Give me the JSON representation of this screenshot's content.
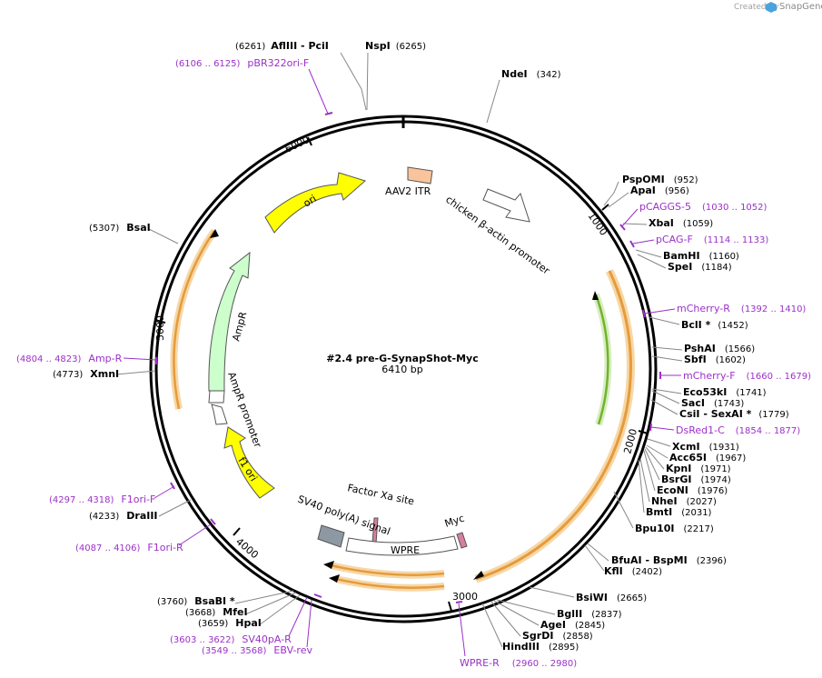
{
  "plasmid": {
    "name": "#2.4 pre-G-SynapShot-Myc",
    "length_label": "6410 bp",
    "length": 6410
  },
  "credit": {
    "prefix": "Created by",
    "brand": "SnapGene"
  },
  "ticks": [
    "1000",
    "2000",
    "3000",
    "4000",
    "5000",
    "6000"
  ],
  "sites": [
    {
      "name": "AflIII",
      "pos": "(6261)",
      "extra": " - PciI"
    },
    {
      "name": "NspI",
      "pos": "(6265)"
    },
    {
      "name": "NdeI",
      "pos": "(342)"
    },
    {
      "name": "PspOMI",
      "pos": "(952)"
    },
    {
      "name": "ApaI",
      "pos": "(956)"
    },
    {
      "name": "XbaI",
      "pos": "(1059)"
    },
    {
      "name": "BamHI",
      "pos": "(1160)"
    },
    {
      "name": "SpeI",
      "pos": "(1184)"
    },
    {
      "name": "BclI *",
      "pos": "(1452)"
    },
    {
      "name": "PshAI",
      "pos": "(1566)"
    },
    {
      "name": "SbfI",
      "pos": "(1602)"
    },
    {
      "name": "Eco53kI",
      "pos": "(1741)"
    },
    {
      "name": "SacI",
      "pos": "(1743)"
    },
    {
      "name": "CsiI",
      "pos": "(1779)",
      "extra": " - SexAI *"
    },
    {
      "name": "XcmI",
      "pos": "(1931)"
    },
    {
      "name": "Acc65I",
      "pos": "(1967)"
    },
    {
      "name": "KpnI",
      "pos": "(1971)"
    },
    {
      "name": "BsrGI",
      "pos": "(1974)"
    },
    {
      "name": "EcoNI",
      "pos": "(1976)"
    },
    {
      "name": "NheI",
      "pos": "(2027)"
    },
    {
      "name": "BmtI",
      "pos": "(2031)"
    },
    {
      "name": "Bpu10I",
      "pos": "(2217)"
    },
    {
      "name": "BfuAI",
      "pos": "(2396)",
      "extra": " - BspMI"
    },
    {
      "name": "KflI",
      "pos": "(2402)"
    },
    {
      "name": "BsiWI",
      "pos": "(2665)"
    },
    {
      "name": "BglII",
      "pos": "(2837)"
    },
    {
      "name": "AgeI",
      "pos": "(2845)"
    },
    {
      "name": "SgrDI",
      "pos": "(2858)"
    },
    {
      "name": "HindIII",
      "pos": "(2895)"
    },
    {
      "name": "BsaBI *",
      "pos": "(3760)"
    },
    {
      "name": "MfeI",
      "pos": "(3668)"
    },
    {
      "name": "HpaI",
      "pos": "(3659)"
    },
    {
      "name": "DraIII",
      "pos": "(4233)"
    },
    {
      "name": "XmnI",
      "pos": "(4773)"
    },
    {
      "name": "BsaI",
      "pos": "(5307)"
    }
  ],
  "primers": [
    {
      "name": "pBR322ori-F",
      "range": "(6106 .. 6125)"
    },
    {
      "name": "pCAGGS-5",
      "range": "(1030 .. 1052)"
    },
    {
      "name": "pCAG-F",
      "range": "(1114 .. 1133)"
    },
    {
      "name": "mCherry-R",
      "range": "(1392 .. 1410)"
    },
    {
      "name": "mCherry-F",
      "range": "(1660 .. 1679)"
    },
    {
      "name": "DsRed1-C",
      "range": "(1854 .. 1877)"
    },
    {
      "name": "WPRE-R",
      "range": "(2960 .. 2980)"
    },
    {
      "name": "SV40pA-R",
      "range": "(3603 .. 3622)"
    },
    {
      "name": "EBV-rev",
      "range": "(3549 .. 3568)"
    },
    {
      "name": "F1ori-R",
      "range": "(4087 .. 4106)"
    },
    {
      "name": "F1ori-F",
      "range": "(4297 .. 4318)"
    },
    {
      "name": "Amp-R",
      "range": "(4804 .. 4823)"
    }
  ],
  "features": [
    {
      "name": "AAV2 ITR",
      "color": "#f9c49b"
    },
    {
      "name": "chicken β-actin promoter",
      "color": "#ffffff"
    },
    {
      "name": "ori",
      "color": "#ffff00"
    },
    {
      "name": "AmpR",
      "color": "#ccffcc"
    },
    {
      "name": "AmpR promoter",
      "color": "#ffffff"
    },
    {
      "name": "f1 ori",
      "color": "#ffff00"
    },
    {
      "name": "Factor Xa site",
      "color": "#d67fa0"
    },
    {
      "name": "SV40 poly(A) signal",
      "color": "#8e98a3"
    },
    {
      "name": "WPRE",
      "color": "#ffffff"
    },
    {
      "name": "Myc",
      "color": "#d67fa0"
    }
  ],
  "colors": {
    "backbone": "#000000",
    "primer": "#9b30c8",
    "orf_orange": "#e69b3a",
    "orf_green": "#7fc43b",
    "leader": "#888888"
  }
}
